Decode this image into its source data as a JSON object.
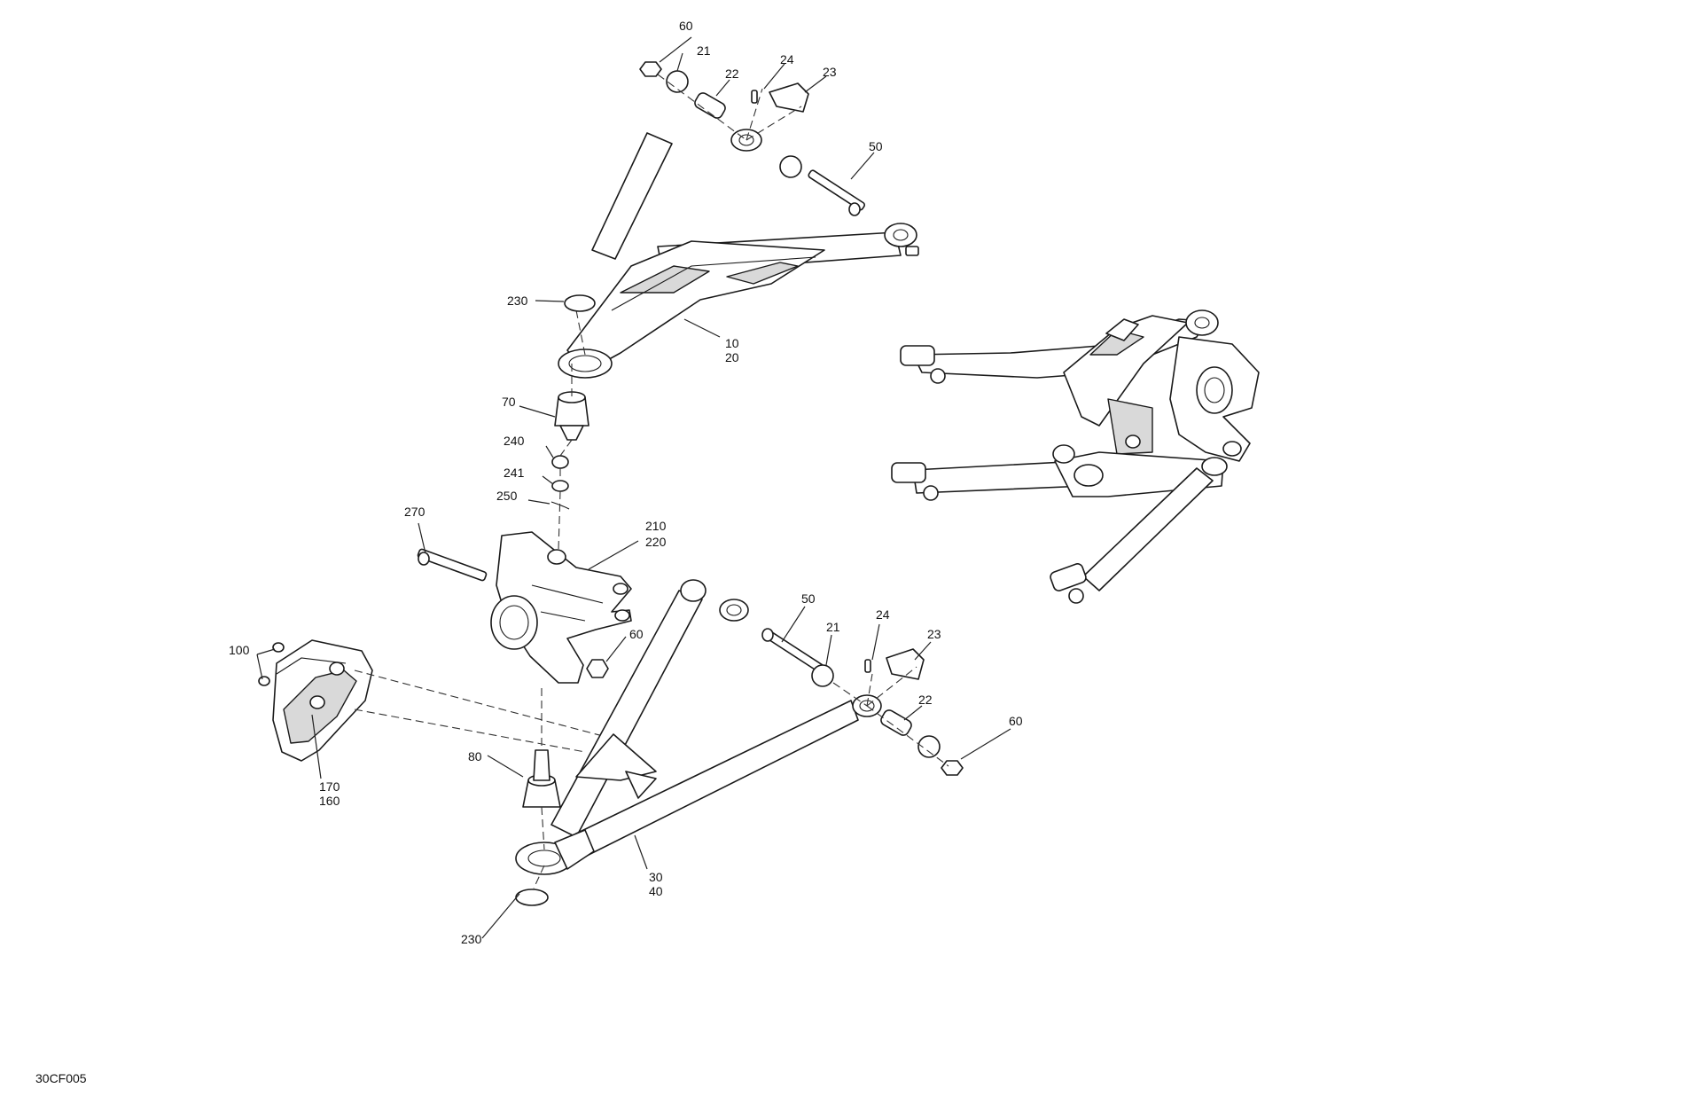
{
  "drawing_code": "30CF005",
  "callouts": {
    "upper_nut_60": "60",
    "upper_bushing_21": "21",
    "upper_sleeve_22": "22",
    "upper_fitting_24": "24",
    "upper_bracket_23": "23",
    "upper_bolt_50": "50",
    "upper_arm_a": "10",
    "upper_arm_b": "20",
    "upper_ring_230": "230",
    "ball_joint_70": "70",
    "nut_240": "240",
    "washer_241": "241",
    "cotter_250": "250",
    "bolt_270": "270",
    "knuckle_a": "210",
    "knuckle_b": "220",
    "knuckle_nut_60": "60",
    "screw_100": "100",
    "guard_a": "170",
    "guard_b": "160",
    "ball_joint_80": "80",
    "lower_ring_230": "230",
    "lower_arm_a": "30",
    "lower_arm_b": "40",
    "lower_bolt_50": "50",
    "lower_bushing_21": "21",
    "lower_fitting_24": "24",
    "lower_bracket_23": "23",
    "lower_sleeve_22": "22",
    "lower_nut_60": "60"
  }
}
